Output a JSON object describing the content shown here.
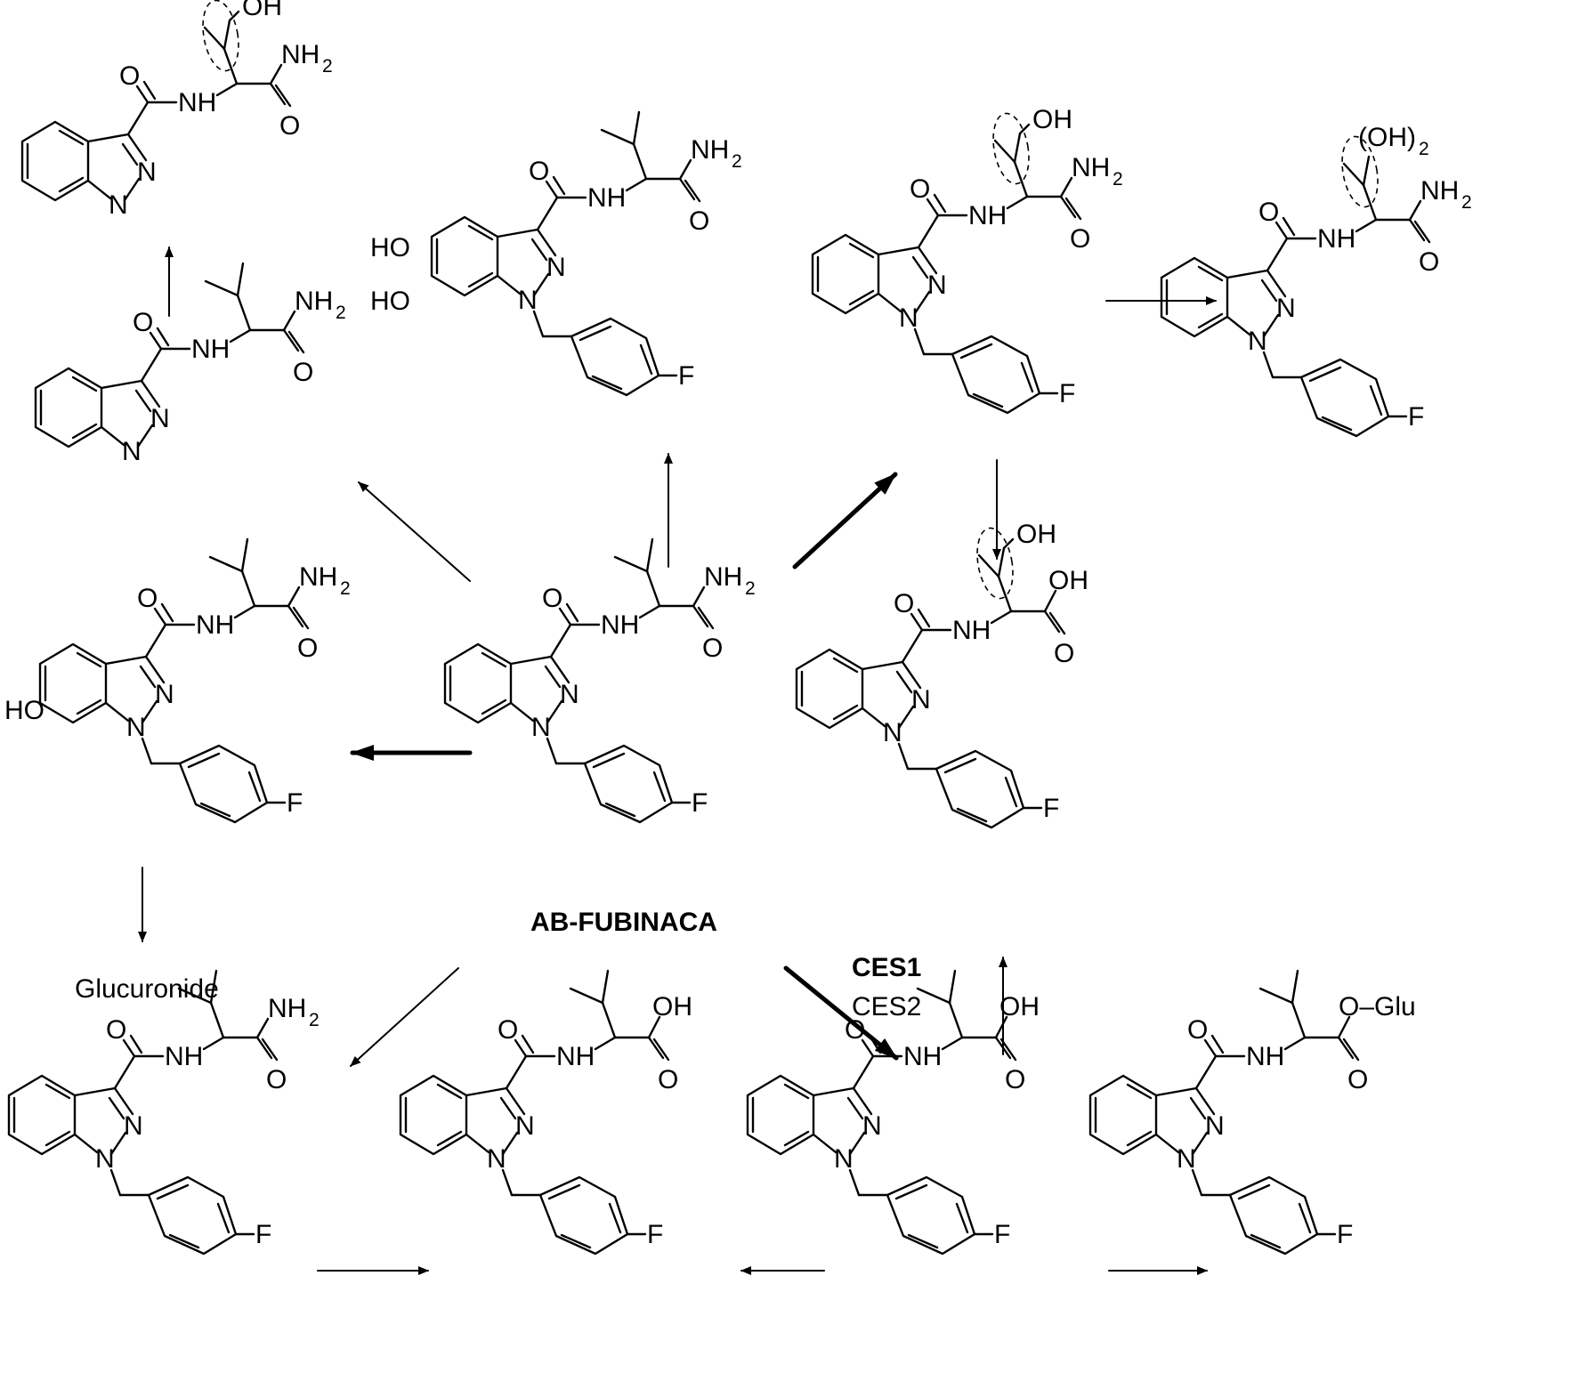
{
  "labels": {
    "parent": "AB-FUBINACA",
    "enzyme_major": "CES1",
    "enzyme_minor": "CES2",
    "glucuronide": "Glucuronide"
  },
  "atoms": {
    "N": "N",
    "NH": "NH",
    "NH2": "NH",
    "NH2_sub": "2",
    "O": "O",
    "OH": "OH",
    "HO": "HO",
    "F": "F",
    "OH2": "(OH)",
    "OH2_sub": "2",
    "O_Glu": "O–Glu"
  }
}
